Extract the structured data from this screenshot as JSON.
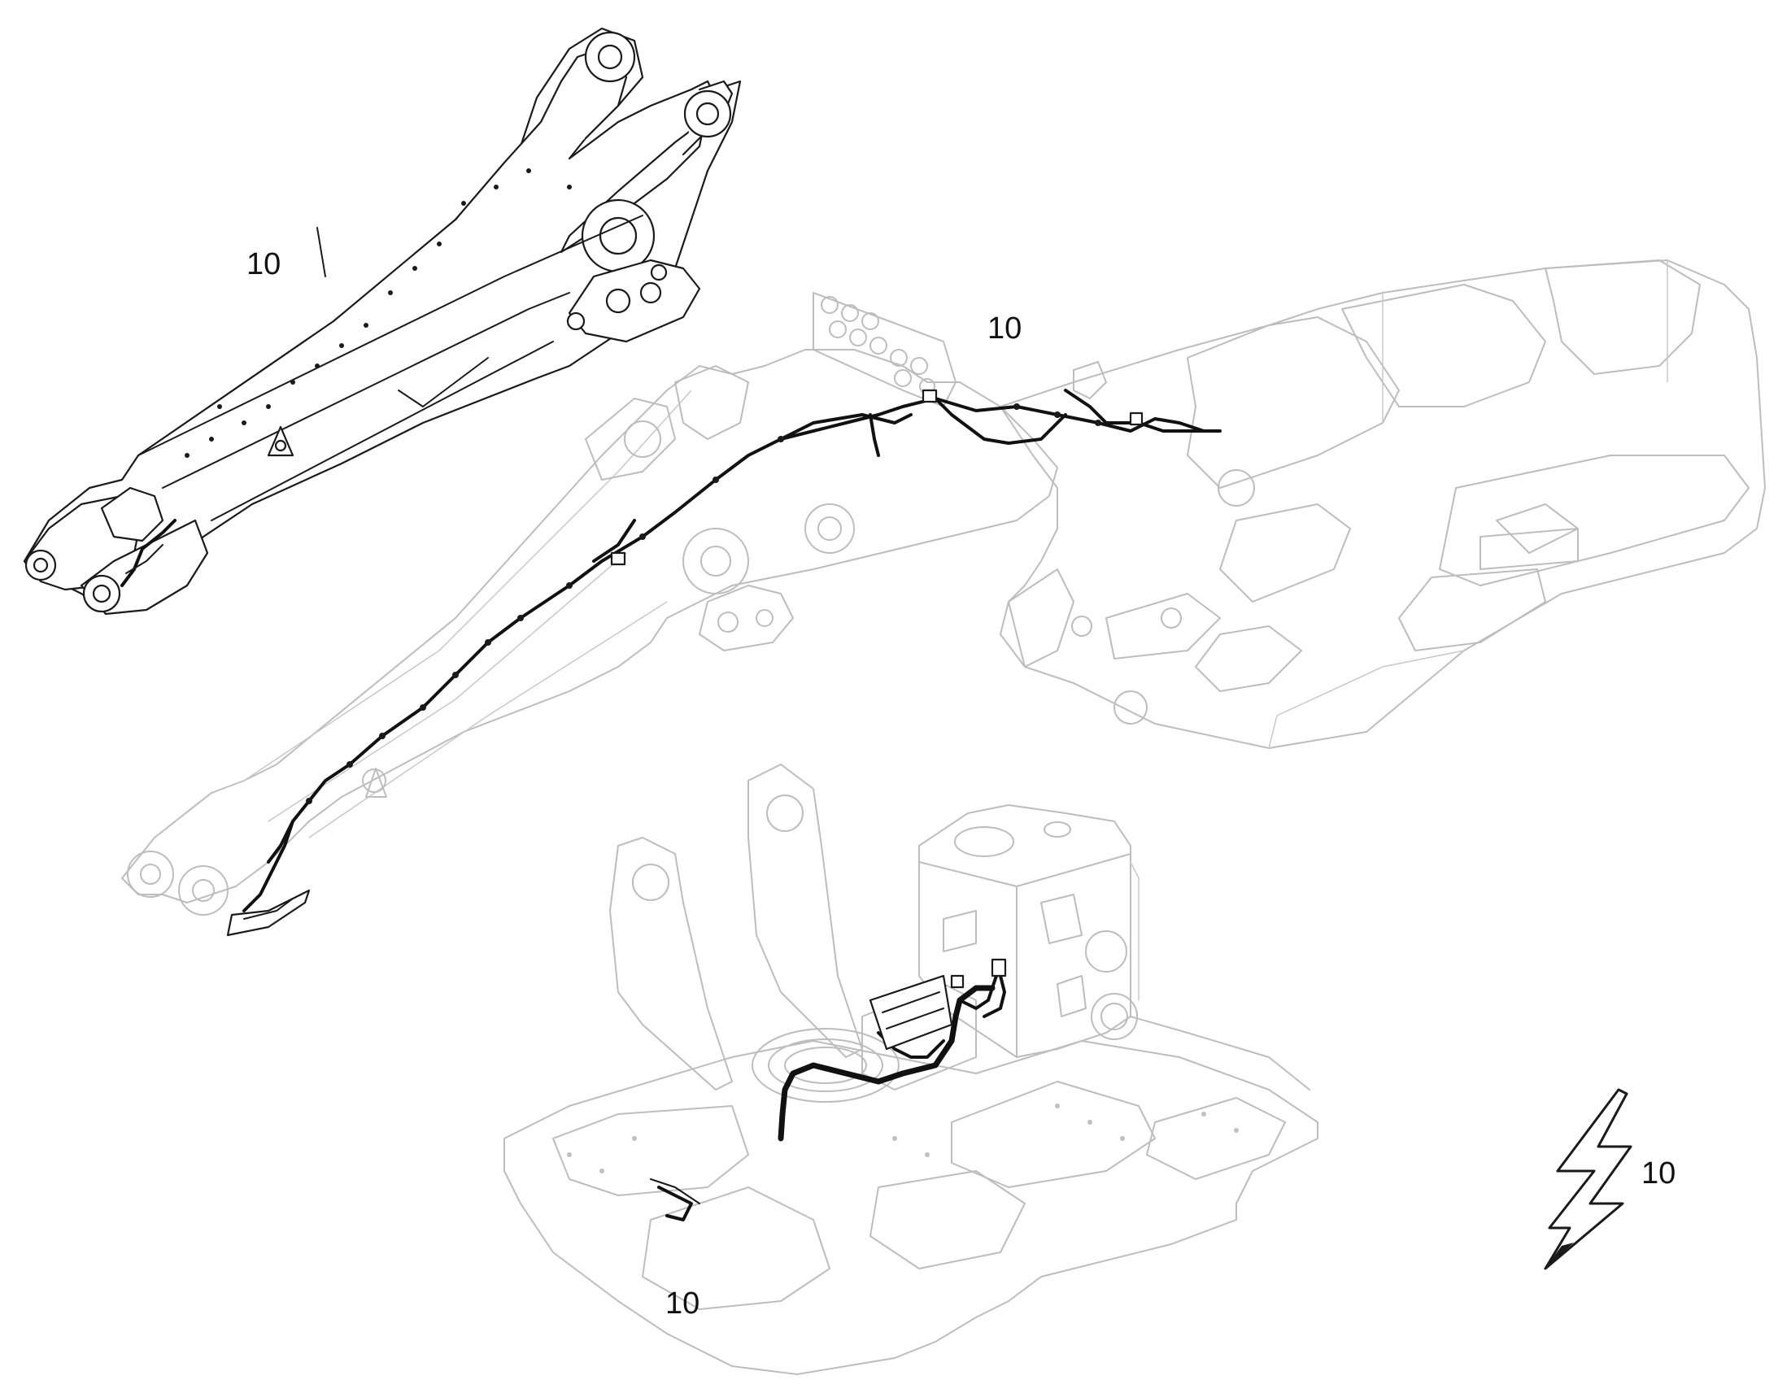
{
  "figure": {
    "callouts": [
      {
        "id": "boom-callout",
        "label": "10"
      },
      {
        "id": "upper-frame-callout",
        "label": "10"
      },
      {
        "id": "lower-frame-callout",
        "label": "10"
      },
      {
        "id": "electrical-symbol-callout",
        "label": "10"
      }
    ],
    "colors": {
      "line_dark": "#1a1a1a",
      "line_ghost": "#bdbdbd",
      "harness": "#111111",
      "background": "#ffffff"
    },
    "icons": [
      "lightning-bolt-icon"
    ]
  }
}
